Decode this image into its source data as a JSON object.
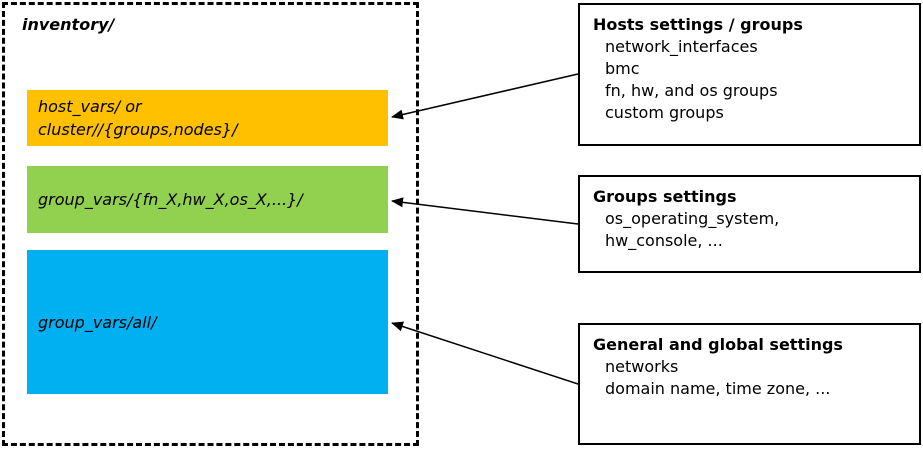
{
  "inventory": {
    "label": "inventory/"
  },
  "folders": [
    {
      "id": "host_vars",
      "lines": [
        "host_vars/ or",
        "cluster//{groups,nodes}/"
      ],
      "color": "#FFC000"
    },
    {
      "id": "group_vars_groups",
      "lines": [
        "group_vars/{fn_X,hw_X,os_X,...}/"
      ],
      "color": "#92D050"
    },
    {
      "id": "group_vars_all",
      "lines": [
        "group_vars/all/"
      ],
      "color": "#00B0F0"
    }
  ],
  "annotations": [
    {
      "title": "Hosts settings / groups",
      "items": [
        "network_interfaces",
        "bmc",
        "fn, hw, and os groups",
        "custom groups"
      ]
    },
    {
      "title": "Groups settings",
      "items": [
        "os_operating_system,",
        "hw_console, ..."
      ]
    },
    {
      "title": "General and global settings",
      "items": [
        "networks",
        "domain name, time zone, ..."
      ]
    }
  ],
  "colors": {
    "host_vars_box": "#FFC000",
    "group_vars_box": "#92D050",
    "group_vars_all_box": "#00B0F0",
    "arrow": "#000000"
  }
}
